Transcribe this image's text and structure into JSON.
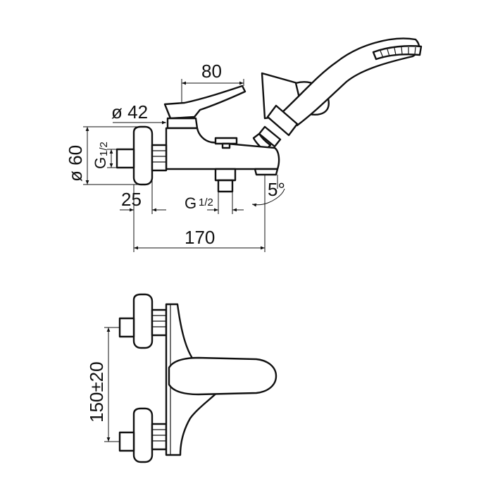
{
  "drawing": {
    "type": "technical-drawing",
    "subject": "wall-mounted bath mixer with hand shower",
    "views": [
      "side-view",
      "front-view"
    ],
    "line_color": "#111111",
    "background": "#ffffff"
  },
  "side_view": {
    "dims": {
      "lever_length": "80",
      "body_diameter": "ø 42",
      "flange_diameter": "ø 60",
      "inlet_thread": "G",
      "inlet_thread_fraction": "1/2",
      "wall_offset": "25",
      "outlet_thread": "G",
      "outlet_thread_fraction": "1/2",
      "spout_angle": "5°",
      "total_depth": "170"
    }
  },
  "front_view": {
    "dims": {
      "inlet_spacing": "150±20"
    }
  }
}
